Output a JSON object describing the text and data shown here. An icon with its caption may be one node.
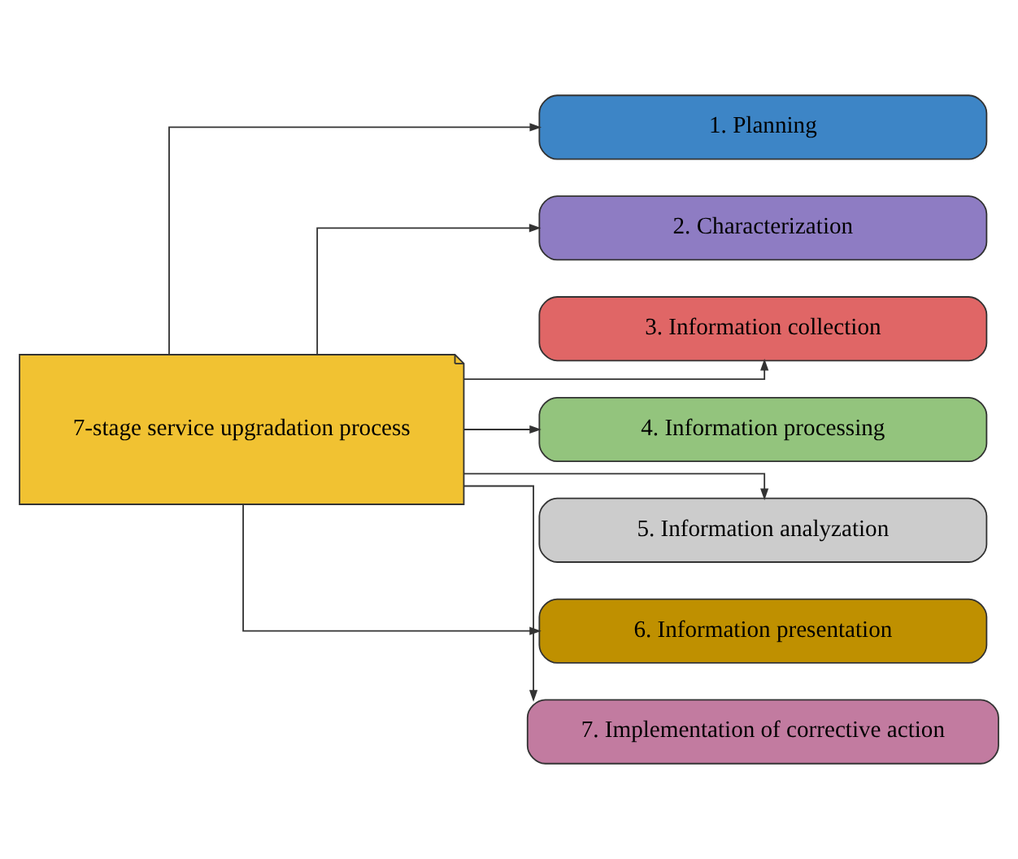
{
  "diagram": {
    "nodes": [
      {
        "text": [
          "7-stage service upgradation process"
        ]
      },
      {
        "text": [
          "1. Planning"
        ]
      },
      {
        "text": [
          "2. Characterization"
        ]
      },
      {
        "text": [
          "3. Information collection"
        ]
      },
      {
        "text": [
          "4. Information processing"
        ]
      },
      {
        "text": [
          "5. Information analyzation"
        ]
      },
      {
        "text": [
          "6. Information presentation"
        ]
      },
      {
        "text": [
          "7. Implementation of corrective action"
        ]
      }
    ],
    "edges": [
      {
        "from": 0,
        "to": 1,
        "arrow": "to"
      },
      {
        "from": 0,
        "to": 2,
        "arrow": "to"
      },
      {
        "from": 0,
        "to": 3,
        "arrow": "to"
      },
      {
        "from": 0,
        "to": 4,
        "arrow": "to"
      },
      {
        "from": 0,
        "to": 5,
        "arrow": "to"
      },
      {
        "from": 0,
        "to": 6,
        "arrow": "to"
      },
      {
        "from": 0,
        "to": 7,
        "arrow": "to"
      }
    ]
  }
}
